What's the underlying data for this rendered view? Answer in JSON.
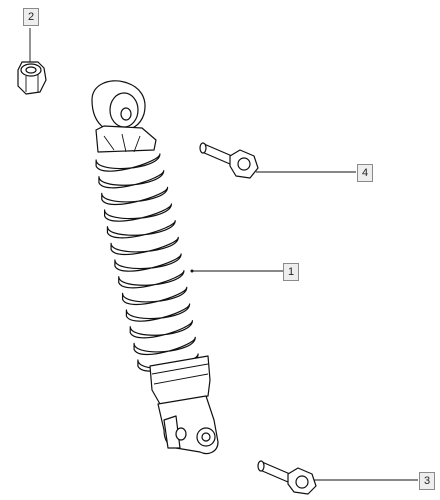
{
  "callouts": [
    {
      "id": "1",
      "label": "1",
      "part": "shock-absorber"
    },
    {
      "id": "2",
      "label": "2",
      "part": "nut"
    },
    {
      "id": "3",
      "label": "3",
      "part": "lower-bolt"
    },
    {
      "id": "4",
      "label": "4",
      "part": "upper-bolt"
    }
  ]
}
